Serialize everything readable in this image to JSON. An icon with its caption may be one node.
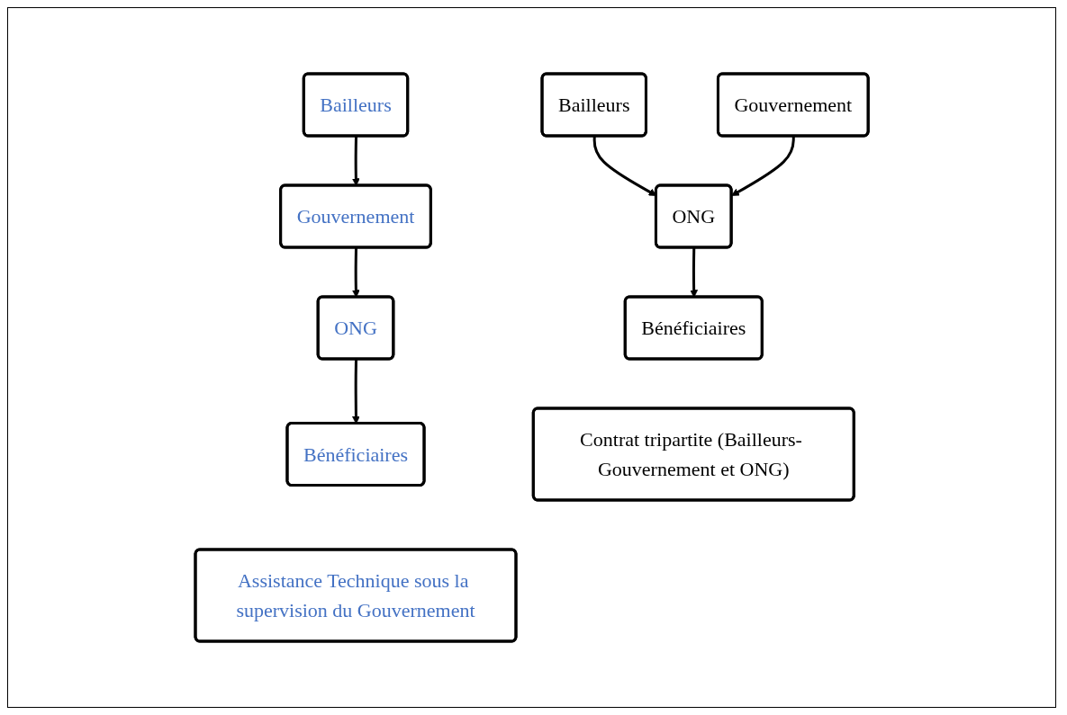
{
  "diagram": {
    "nodes": [
      {
        "text": [
          "Bailleurs"
        ]
      },
      {
        "text": [
          "Gouvernement"
        ]
      },
      {
        "text": [
          "ONG"
        ]
      },
      {
        "text": [
          "Bénéficiaires"
        ]
      },
      {
        "text": [
          "Assistance Technique sous la supervision du Gouvernement"
        ]
      },
      {
        "text": [
          "Bailleurs"
        ]
      },
      {
        "text": [
          "Gouvernement"
        ]
      },
      {
        "text": [
          "ONG"
        ]
      },
      {
        "text": [
          "Bénéficiaires"
        ]
      },
      {
        "text": [
          "Contrat tripartite (Bailleurs- Gouvernement et ONG)"
        ]
      }
    ],
    "edges": [
      {
        "from": 0,
        "to": 1,
        "arrow": "to"
      },
      {
        "from": 1,
        "to": 2,
        "arrow": "to"
      },
      {
        "from": 2,
        "to": 3,
        "arrow": "to"
      },
      {
        "from": 5,
        "to": 7,
        "arrow": "to"
      },
      {
        "from": 6,
        "to": 7,
        "arrow": "to"
      },
      {
        "from": 7,
        "to": 8,
        "arrow": "to"
      }
    ]
  }
}
